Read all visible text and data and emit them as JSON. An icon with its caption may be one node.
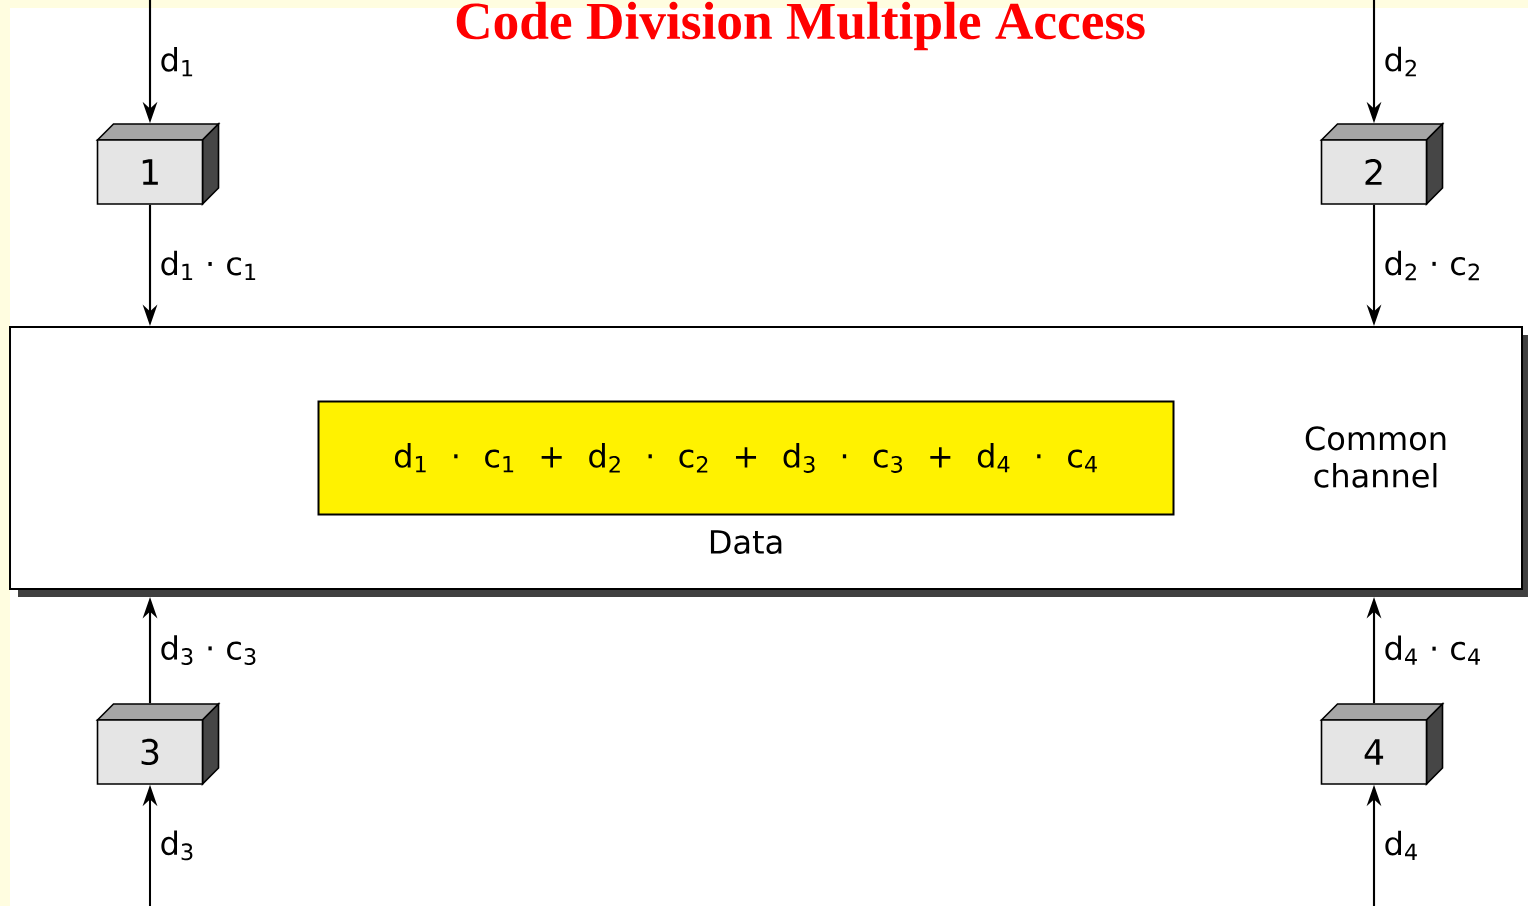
{
  "diagram": {
    "title": "Code Division Multiple Access",
    "nodes": [
      {
        "text": [
          "1"
        ]
      },
      {
        "text": [
          "2"
        ]
      },
      {
        "text": [
          "Common channel"
        ]
      },
      {
        "text": [
          "d$_{1}$ · c$_{1}$   +   d$_{2}$ · c$_{2}$   +   d$_{3}$ · c$_{3}$   +   d$_{4}$ · c$_{4}$"
        ],
        "in": 2,
        "beside": [
          "Data"
        ]
      },
      {
        "text": [
          "3"
        ]
      },
      {
        "text": [
          "4"
        ]
      }
    ],
    "edges": [
      {
        "from": null,
        "to": 0,
        "arrow": "to",
        "label": "d$_{1}$"
      },
      {
        "from": 0,
        "to": 2,
        "arrow": "to",
        "label": "d$_{1}$ · c$_{1}$"
      },
      {
        "from": null,
        "to": 1,
        "arrow": "to",
        "label": "d$_{2}$"
      },
      {
        "from": 1,
        "to": 2,
        "arrow": "to",
        "label": "d$_{2}$ · c$_{2}$"
      },
      {
        "from": null,
        "to": 4,
        "arrow": "to",
        "label": "d$_{3}$"
      },
      {
        "from": 4,
        "to": 2,
        "arrow": "to",
        "label": "d$_{3}$ · c$_{3}$"
      },
      {
        "from": null,
        "to": 5,
        "arrow": "to",
        "label": "d$_{4}$"
      },
      {
        "from": 5,
        "to": 2,
        "arrow": "to",
        "label": "d$_{4}$ · c$_{4}$"
      }
    ]
  }
}
